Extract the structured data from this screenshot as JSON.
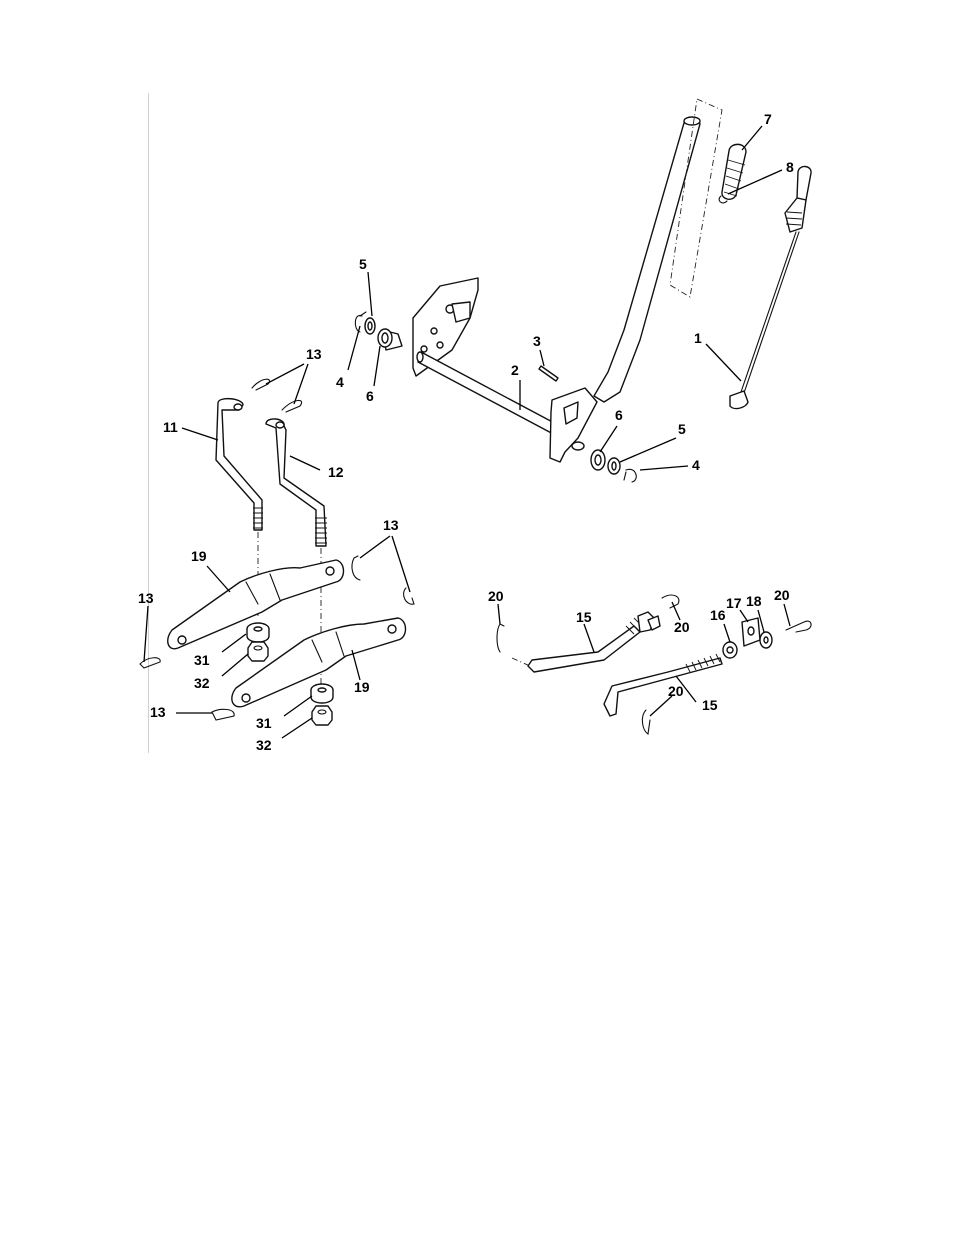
{
  "diagram": {
    "line_color": "#111111",
    "background": "#ffffff",
    "callouts": {
      "c1": "1",
      "c2": "2",
      "c3": "3",
      "c4a": "4",
      "c4b": "4",
      "c5a": "5",
      "c5b": "5",
      "c6a": "6",
      "c6b": "6",
      "c7": "7",
      "c8": "8",
      "c11": "11",
      "c12": "12",
      "c13a": "13",
      "c13b": "13",
      "c13c": "13",
      "c13d": "13",
      "c15a": "15",
      "c15b": "15",
      "c16": "16",
      "c17": "17",
      "c18": "18",
      "c19a": "19",
      "c19b": "19",
      "c20a": "20",
      "c20b": "20",
      "c20c": "20",
      "c20d": "20",
      "c31a": "31",
      "c31b": "31",
      "c32a": "32",
      "c32b": "32"
    }
  }
}
